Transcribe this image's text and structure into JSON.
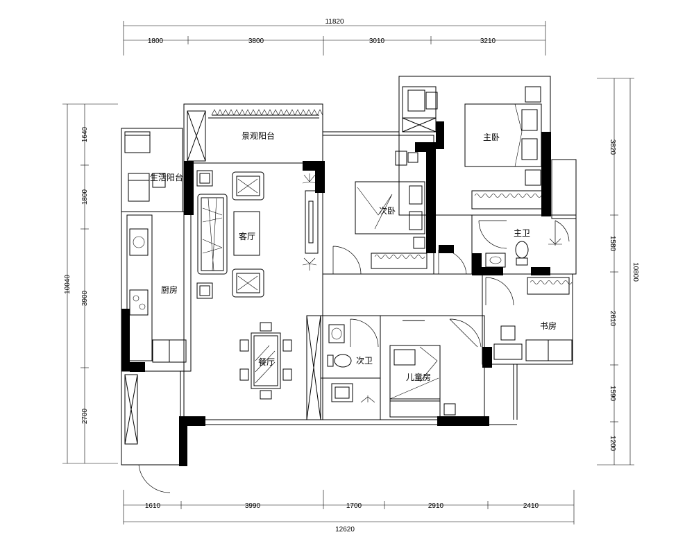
{
  "dimensions": {
    "top_total": "11820",
    "top_segments": [
      "1800",
      "3800",
      "3010",
      "3210"
    ],
    "bottom_total": "12620",
    "bottom_segments": [
      "1610",
      "3990",
      "1700",
      "2910",
      "2410"
    ],
    "left_total": "10040",
    "left_segments": [
      "1640",
      "1800",
      "3900",
      "2700"
    ],
    "right_total": "10800",
    "right_segments": [
      "3820",
      "1580",
      "2610",
      "1590",
      "1200"
    ]
  },
  "rooms": {
    "landscape_balcony": "景观阳台",
    "living_balcony": "生活阳台",
    "living_room": "客厅",
    "kitchen": "厨房",
    "dining_room": "餐厅",
    "second_bedroom": "次卧",
    "master_bedroom": "主卧",
    "master_bath": "主卫",
    "second_bath": "次卫",
    "kids_room": "儿童房",
    "study": "书房"
  }
}
